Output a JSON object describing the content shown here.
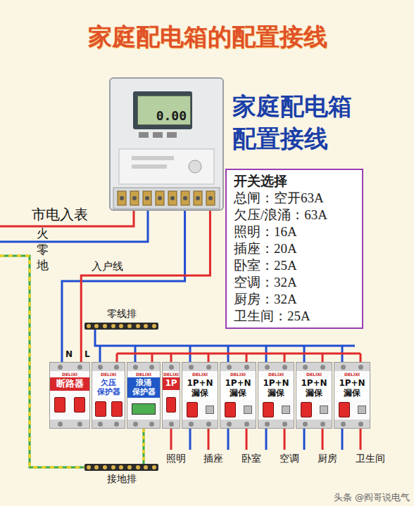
{
  "diagram": {
    "title": "家庭配电箱的配置接线",
    "nodes": [
      {
        "text": [
          "0.00"
        ]
      },
      {
        "text": [
          "开关选择",
          "总闸：空开63A",
          "欠压/浪涌：63A",
          "照明：16A",
          "插座：20A",
          "卧室：25A",
          "空调：32A",
          "厨房：32A",
          "卫生间：25A"
        ]
      },
      {
        "text": [
          "零线排"
        ]
      },
      {
        "text": [
          "DELIXI",
          "断路器"
        ]
      },
      {
        "text": [
          "DELIXI",
          "欠压 保护器"
        ]
      },
      {
        "text": [
          "DELIXI",
          "浪涌 保护器"
        ]
      },
      {
        "text": [
          "DELIXI",
          "1P"
        ]
      },
      {
        "text": [
          "DELIXI",
          "1P+N 漏保"
        ]
      },
      {
        "text": [
          "DELIXI",
          "1P+N 漏保"
        ]
      },
      {
        "text": [
          "DELIXI",
          "1P+N 漏保"
        ]
      },
      {
        "text": [
          "DELIXI",
          "1P+N 漏保"
        ]
      },
      {
        "text": [
          "DELIXI",
          "1P+N 漏保"
        ]
      },
      {
        "text": [
          "接地排"
        ]
      }
    ],
    "edges": [
      {
        "from": 0,
        "to": 3,
        "label": "入户线",
        "arrow": "none"
      }
    ],
    "labels": [
      "家庭配电箱 配置接线",
      "市电入表",
      "火",
      "零",
      "地",
      "N",
      "L",
      "照明",
      "插座",
      "卧室",
      "空调",
      "厨房",
      "卫生间",
      "头条 @阎哥说电气"
    ]
  }
}
